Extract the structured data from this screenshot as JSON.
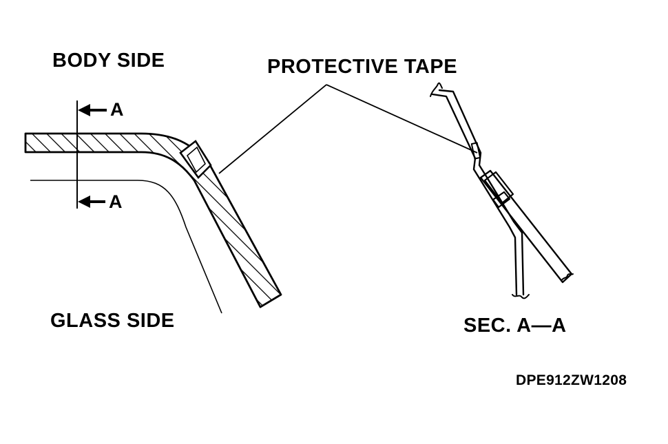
{
  "labels": {
    "body_side": "BODY SIDE",
    "glass_side": "GLASS SIDE",
    "protective_tape": "PROTECTIVE TAPE",
    "section_a_top": "A",
    "section_a_bottom": "A",
    "section_title": "SEC. A—A",
    "figure_code": "DPE912ZW1208"
  },
  "colors": {
    "ink": "#000000",
    "paper": "#ffffff"
  }
}
